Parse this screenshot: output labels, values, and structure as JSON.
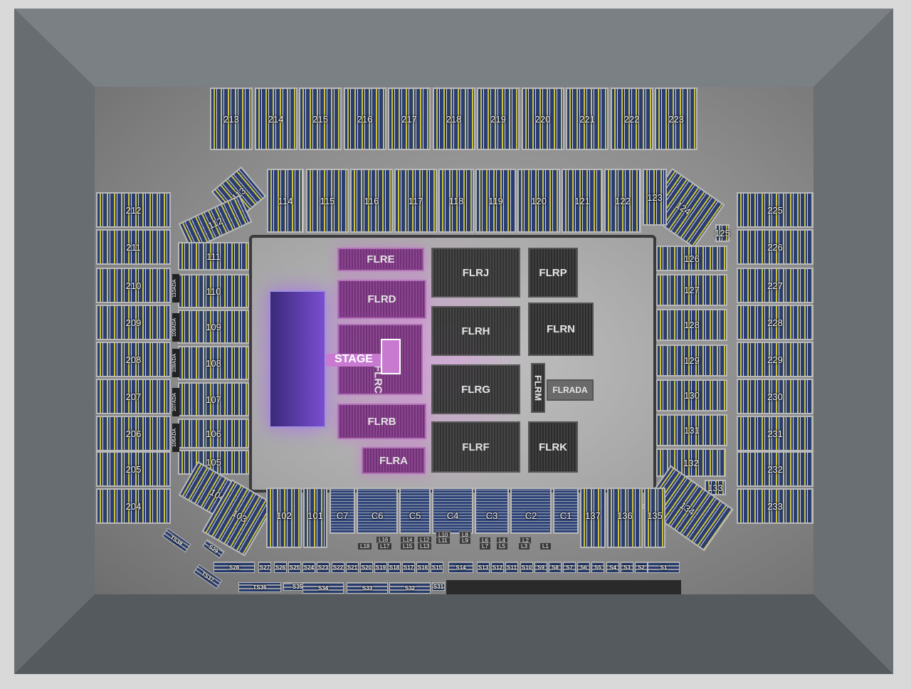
{
  "colors": {
    "seat_blue": "#2a3c70",
    "seat_yellow": "#c9c23a",
    "floor_pink": "#8a3f8e",
    "stage": "#7a4ed0"
  },
  "stage": "STAGE",
  "upper_top": [
    "213",
    "214",
    "215",
    "216",
    "217",
    "218",
    "219",
    "220",
    "221",
    "222",
    "223"
  ],
  "upper_left": [
    "212",
    "211",
    "210",
    "209",
    "208",
    "207",
    "206",
    "205",
    "204"
  ],
  "upper_right": [
    "225",
    "226",
    "227",
    "228",
    "229",
    "230",
    "231",
    "232",
    "233"
  ],
  "lower_top": [
    "113",
    "114",
    "115",
    "116",
    "117",
    "118",
    "119",
    "120",
    "121",
    "122",
    "123",
    "124",
    "125"
  ],
  "lower_left": [
    "112",
    "111",
    "110",
    "109",
    "108",
    "107",
    "106",
    "105",
    "104"
  ],
  "lower_right": [
    "126",
    "127",
    "128",
    "129",
    "130",
    "131",
    "132",
    "133",
    "134"
  ],
  "lower_bottom": [
    "103",
    "102",
    "101",
    "C7",
    "C6",
    "C5",
    "C4",
    "C3",
    "C2",
    "C1",
    "137",
    "136",
    "135"
  ],
  "ada_left": [
    "110ADA",
    "109ADA",
    "108ADA",
    "107ADA",
    "106ADA"
  ],
  "loge": [
    "L18",
    "L16",
    "L17",
    "L14",
    "L15",
    "L12",
    "L13",
    "L10",
    "L11",
    "L8",
    "L9",
    "L6",
    "L7",
    "L4",
    "L5",
    "L2",
    "L3",
    "L1"
  ],
  "suites": [
    "S28",
    "S27",
    "S26",
    "S25",
    "S24",
    "S23",
    "S22",
    "S21",
    "S20",
    "S19",
    "S18",
    "S17",
    "S16",
    "S15",
    "S14",
    "S13",
    "S12",
    "S11",
    "S10",
    "S9",
    "S8",
    "S7",
    "S6",
    "S5",
    "S4",
    "S3",
    "S2",
    "S1",
    "TS38",
    "S29",
    "TS37",
    "TS36",
    "S35",
    "S34",
    "S33",
    "S32",
    "S31"
  ],
  "floor": [
    "FLRE",
    "FLRD",
    "FLRC",
    "FLRB",
    "FLRA",
    "FLRJ",
    "FLRH",
    "FLRG",
    "FLRF",
    "FLRP",
    "FLRN",
    "FLRM",
    "FLRADA",
    "FLRK"
  ]
}
